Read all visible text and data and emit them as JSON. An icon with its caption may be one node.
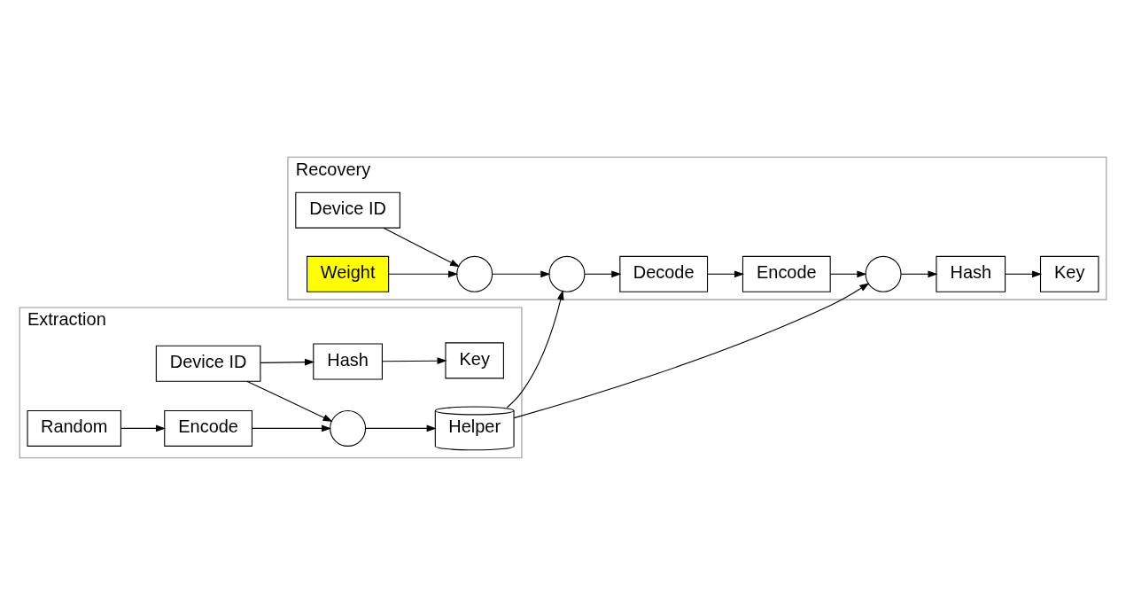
{
  "diagram": {
    "nodes": [
      {
        "text": [
          "Extraction"
        ]
      },
      {
        "text": [
          "Device ID"
        ],
        "in": 0
      },
      {
        "text": [
          "Hash"
        ],
        "in": 0
      },
      {
        "text": [
          "Key"
        ],
        "in": 0
      },
      {
        "text": [
          "Random"
        ],
        "in": 0
      },
      {
        "text": [
          "Encode"
        ],
        "in": 0
      },
      {
        "text": [],
        "shape": "circle",
        "in": 0
      },
      {
        "text": [
          "Helper"
        ],
        "in": 0
      },
      {
        "text": [
          "Recovery"
        ]
      },
      {
        "text": [
          "Device ID"
        ],
        "in": 8
      },
      {
        "text": [],
        "shape": "circle",
        "in": 8
      },
      {
        "text": [],
        "shape": "circle",
        "in": 8
      },
      {
        "text": [
          "Decode"
        ],
        "in": 8
      },
      {
        "text": [
          "Encode"
        ],
        "in": 8
      },
      {
        "text": [],
        "shape": "circle",
        "in": 8
      },
      {
        "text": [
          "Weight"
        ],
        "in": 8
      },
      {
        "text": [
          "Hash"
        ],
        "in": 8
      },
      {
        "text": [
          "Key"
        ],
        "in": 8
      }
    ],
    "edges": [
      {
        "from": 1,
        "to": 2,
        "arrow": "to"
      },
      {
        "from": 2,
        "to": 3,
        "arrow": "to"
      },
      {
        "from": 1,
        "to": 6,
        "arrow": "to"
      },
      {
        "from": 4,
        "to": 5,
        "arrow": "to"
      },
      {
        "from": 5,
        "to": 6,
        "arrow": "to"
      },
      {
        "from": 6,
        "to": 7,
        "arrow": "to"
      },
      {
        "from": 7,
        "to": 11,
        "arrow": "to"
      },
      {
        "from": 7,
        "to": 14,
        "arrow": "to"
      },
      {
        "from": 9,
        "to": 10,
        "arrow": "to"
      },
      {
        "from": 15,
        "to": 10,
        "arrow": "to"
      },
      {
        "from": 10,
        "to": 11,
        "arrow": "to"
      },
      {
        "from": 11,
        "to": 12,
        "arrow": "to"
      },
      {
        "from": 12,
        "to": 13,
        "arrow": "to"
      },
      {
        "from": 13,
        "to": 14,
        "arrow": "to"
      },
      {
        "from": 14,
        "to": 16,
        "arrow": "to"
      },
      {
        "from": 16,
        "to": 17,
        "arrow": "to"
      }
    ]
  }
}
